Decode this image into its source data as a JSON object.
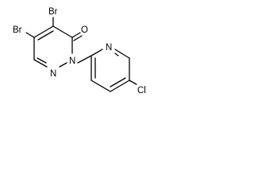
{
  "atoms": {
    "br_top": "Br",
    "br_left": "Br",
    "oxygen": "O",
    "nitrogen_upper": "N",
    "nitrogen_lower": "N",
    "nitrogen_pyridine": "N",
    "chlorine": "Cl"
  }
}
